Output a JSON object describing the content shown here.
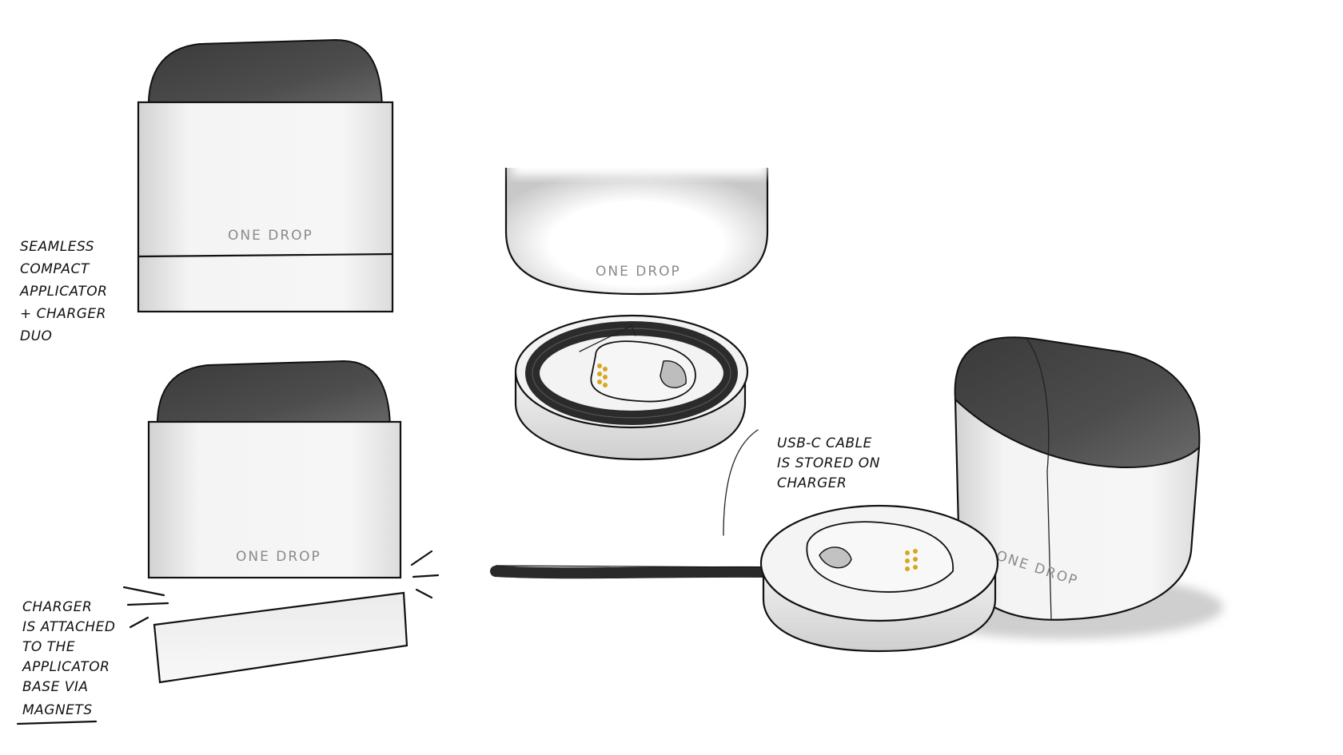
{
  "notes": {
    "seamless": [
      "SEAMLESS",
      "COMPACT",
      "APPLICATOR",
      "+ CHARGER",
      "DUO"
    ],
    "usb": [
      "USB-C CABLE",
      "IS STORED ON",
      "CHARGER"
    ],
    "charger": [
      "CHARGER",
      "IS ATTACHED",
      "TO THE",
      "APPLICATOR",
      "BASE VIA",
      "MAGNETS"
    ]
  },
  "brand_label": "ONE DROP",
  "colors": {
    "cap": "#4a4a4a",
    "body": "#efefef",
    "ink": "#111111",
    "contacts": "#d9a520",
    "shadow": "#cfcfcf"
  }
}
